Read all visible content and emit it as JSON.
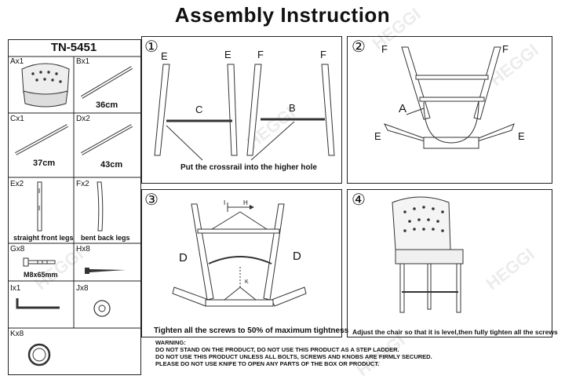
{
  "title": "Assembly Instruction",
  "model": "TN-5451",
  "watermark": "HEGGI",
  "parts": [
    {
      "id": "Ax1",
      "caption": ""
    },
    {
      "id": "Bx1",
      "caption": "36cm"
    },
    {
      "id": "Cx1",
      "caption": "37cm"
    },
    {
      "id": "Dx2",
      "caption": "43cm"
    },
    {
      "id": "Ex2",
      "caption": "straight front legs"
    },
    {
      "id": "Fx2",
      "caption": "bent back legs"
    },
    {
      "id": "Gx8",
      "caption": "M8x65mm"
    },
    {
      "id": "Hx8",
      "caption": ""
    },
    {
      "id": "Ix1",
      "caption": ""
    },
    {
      "id": "Jx8",
      "caption": ""
    },
    {
      "id": "Kx8",
      "caption": ""
    }
  ],
  "steps": [
    {
      "num": "①",
      "caption": "Put the crossrail into the higher hole",
      "labels": [
        "E",
        "E",
        "F",
        "F",
        "C",
        "B"
      ]
    },
    {
      "num": "②",
      "caption": "",
      "labels": [
        "F",
        "F",
        "A",
        "E",
        "E"
      ]
    },
    {
      "num": "③",
      "caption": "Tighten all the screws to 50% of maximum tightness",
      "labels": [
        "D",
        "D",
        "I",
        "H",
        "K"
      ]
    },
    {
      "num": "④",
      "caption": "Adjust the chair so that it is level,then fully tighten all the screws",
      "labels": []
    }
  ],
  "warning": {
    "heading": "WARNING:",
    "lines": [
      "DO NOT STAND ON THE PRODUCT, DO NOT USE THIS PRODUCT AS A STEP LADDER.",
      "DO NOT USE THIS PRODUCT UNLESS ALL BOLTS, SCREWS AND KNOBS ARE FIRMLY SECURED.",
      "PLEASE DO NOT USE KNIFE TO OPEN ANY PARTS OF THE BOX OR PRODUCT."
    ]
  }
}
